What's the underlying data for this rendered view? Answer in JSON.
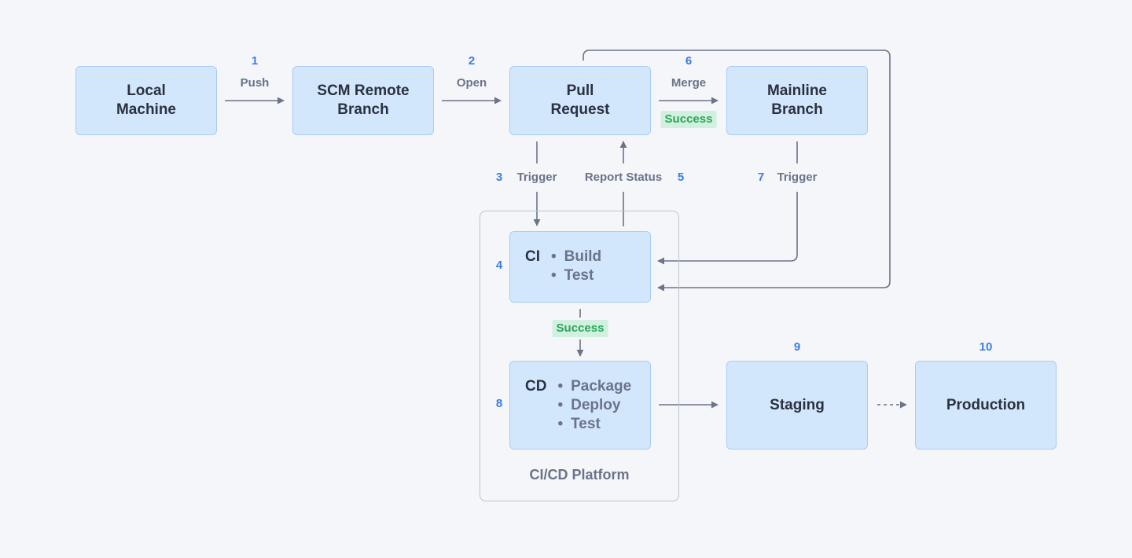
{
  "nodes": {
    "local_machine": "Local Machine",
    "scm_remote_branch": "SCM Remote Branch",
    "pull_request": "Pull Request",
    "mainline_branch": "Mainline Branch",
    "staging": "Staging",
    "production": "Production",
    "ci": {
      "abbr": "CI",
      "items": [
        "Build",
        "Test"
      ]
    },
    "cd": {
      "abbr": "CD",
      "items": [
        "Package",
        "Deploy",
        "Test"
      ]
    }
  },
  "platform_label": "CI/CD Platform",
  "steps": {
    "s1": "1",
    "s2": "2",
    "s3": "3",
    "s4": "4",
    "s5": "5",
    "s6": "6",
    "s7": "7",
    "s8": "8",
    "s9": "9",
    "s10": "10"
  },
  "edges": {
    "push": "Push",
    "open": "Open",
    "merge": "Merge",
    "trigger_pr": "Trigger",
    "report_status": "Report Status",
    "trigger_mainline": "Trigger",
    "merge_success": "Success",
    "ci_success": "Success"
  },
  "colors": {
    "node_fill": "#d2e6fc",
    "node_border": "#a9cdf7",
    "arrow": "#6b7389",
    "step_number": "#3a7be6",
    "success_bg": "#d2f0df",
    "success_text": "#2aa65a"
  }
}
